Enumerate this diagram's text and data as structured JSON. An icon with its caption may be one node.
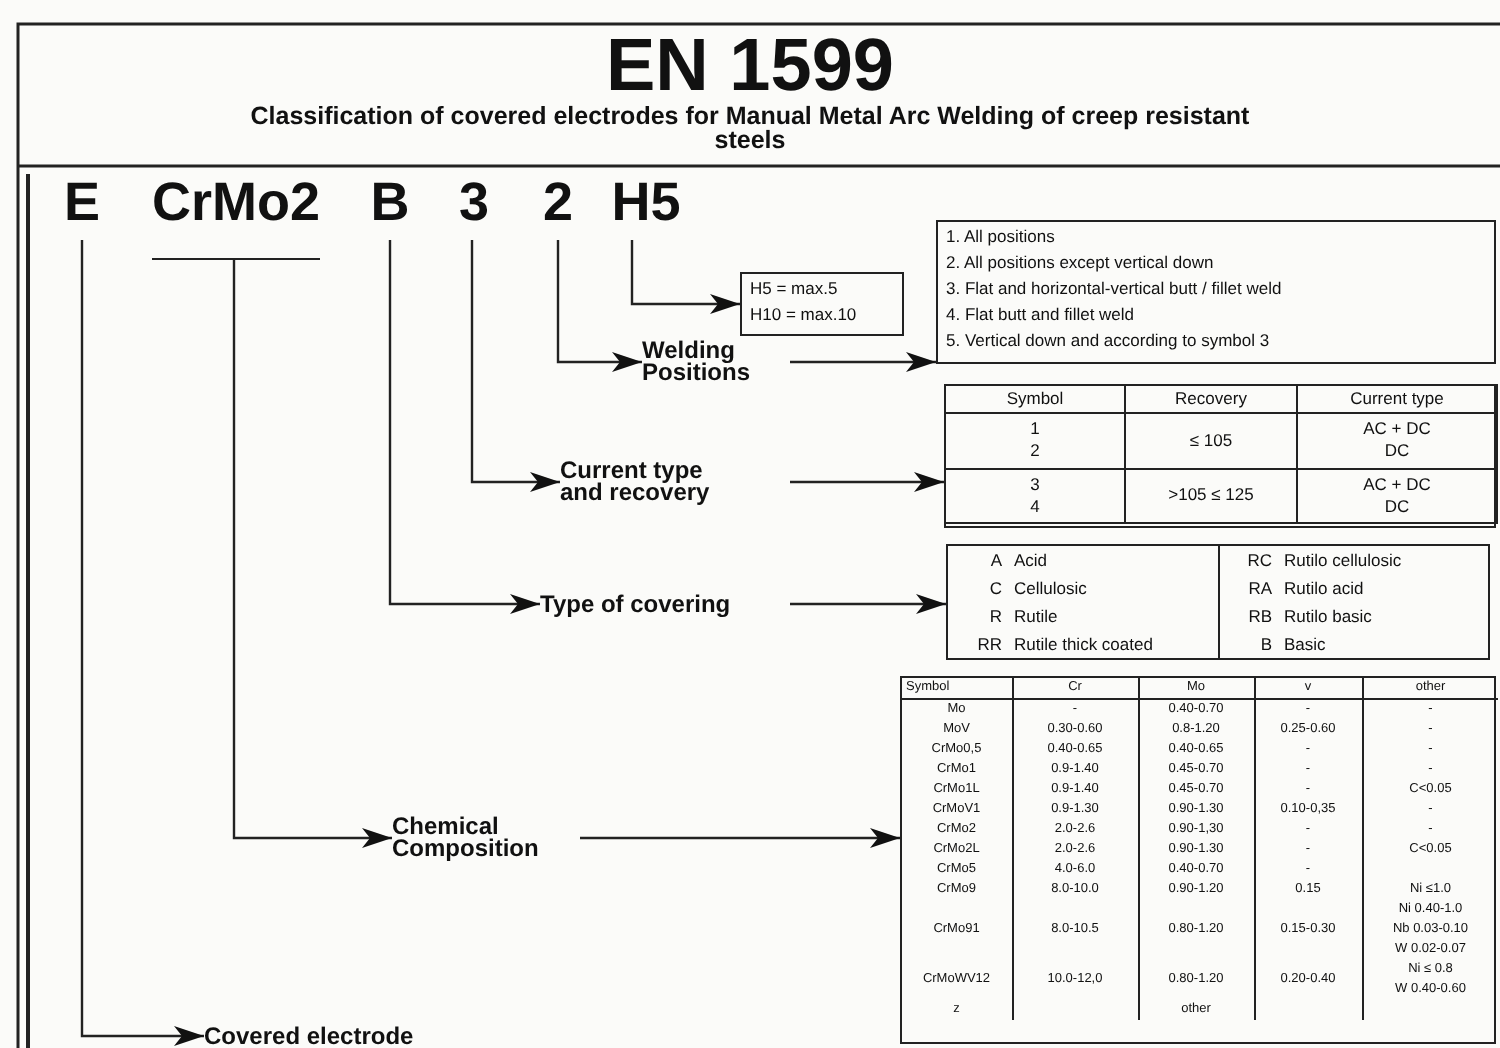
{
  "diagram": {
    "title": "EN 1599",
    "nodes": [
      {
        "text": [
          "E"
        ]
      },
      {
        "text": [
          "CrMo2"
        ]
      },
      {
        "text": [
          "B"
        ]
      },
      {
        "text": [
          "3"
        ]
      },
      {
        "text": [
          "2"
        ]
      },
      {
        "text": [
          "H5"
        ]
      },
      {
        "text": [
          "H5 = max.5",
          "H10 = max.10"
        ]
      },
      {
        "text": [
          "Welding Positions"
        ]
      },
      {
        "text": [
          "1. All positions",
          "2. All positions except vertical down",
          "3. Flat and horizontal-vertical butt / fillet weld",
          "4. Flat butt and fillet weld",
          "5. Vertical down and according to symbol 3"
        ]
      },
      {
        "text": [
          "Current type and recovery"
        ]
      },
      {
        "text": [
          "Symbol",
          "Recovery",
          "Current type",
          "1",
          "2",
          "≤ 105",
          "AC + DC",
          "DC",
          "3",
          "4",
          ">105 ≤ 125",
          "AC + DC",
          "DC"
        ]
      },
      {
        "text": [
          "Type of covering"
        ]
      },
      {
        "text": [
          "A",
          "Acid",
          "RC",
          "Rutilo cellulosic",
          "C",
          "Cellulosic",
          "RA",
          "Rutilo acid",
          "R",
          "Rutile",
          "RB",
          "Rutilo basic",
          "RR",
          "Rutile thick coated",
          "B",
          "Basic"
        ]
      },
      {
        "text": [
          "Chemical Composition"
        ]
      },
      {
        "text": [
          "Symbol",
          "Cr",
          "Mo",
          "v",
          "other",
          "Mo",
          "-",
          "0.40-0.70",
          "-",
          "-",
          "MoV",
          "0.30-0.60",
          "0.8-1.20",
          "0.25-0.60",
          "-",
          "CrMo0,5",
          "0.40-0.65",
          "0.40-0.65",
          "-",
          "-",
          "CrMo1",
          "0.9-1.40",
          "0.45-0.70",
          "-",
          "-",
          "CrMo1L",
          "0.9-1.40",
          "0.45-0.70",
          "-",
          "C<0.05",
          "CrMoV1",
          "0.9-1.30",
          "0.90-1.30",
          "0.10-0,35",
          "-",
          "CrMo2",
          "2.0-2.6",
          "0.90-1,30",
          "-",
          "-",
          "CrMo2L",
          "2.0-2.6",
          "0.90-1.30",
          "-",
          "C<0.05",
          "CrMo5",
          "4.0-6.0",
          "0.40-0.70",
          "-",
          "CrMo9",
          "8.0-10.0",
          "0.90-1.20",
          "0.15",
          "Ni ≤1.0",
          "CrMo91",
          "8.0-10.5",
          "0.80-1.20",
          "0.15-0.30",
          "Ni 0.40-1.0",
          "Nb 0.03-0.10",
          "W 0.02-0.07",
          "CrMoWV12",
          "10.0-12,0",
          "0.80-1.20",
          "0.20-0.40",
          "Ni ≤ 0.8",
          "W 0.40-0.60",
          "z",
          "other"
        ]
      },
      {
        "text": [
          "Covered electrode"
        ]
      }
    ],
    "edges": [
      {
        "from": 0,
        "to": 15,
        "arrow": "to"
      },
      {
        "from": 1,
        "to": 13,
        "arrow": "to"
      },
      {
        "from": 2,
        "to": 11,
        "arrow": "to"
      },
      {
        "from": 3,
        "to": 9,
        "arrow": "to"
      },
      {
        "from": 4,
        "to": 7,
        "arrow": "to"
      },
      {
        "from": 5,
        "to": 6,
        "arrow": "to"
      },
      {
        "from": 7,
        "to": 8,
        "arrow": "to"
      },
      {
        "from": 9,
        "to": 10,
        "arrow": "to"
      },
      {
        "from": 11,
        "to": 12,
        "arrow": "to"
      },
      {
        "from": 13,
        "to": 14,
        "arrow": "to"
      }
    ],
    "labels": [
      "Classification of covered electrodes for Manual Metal Arc Welding of creep resistant steels"
    ]
  }
}
